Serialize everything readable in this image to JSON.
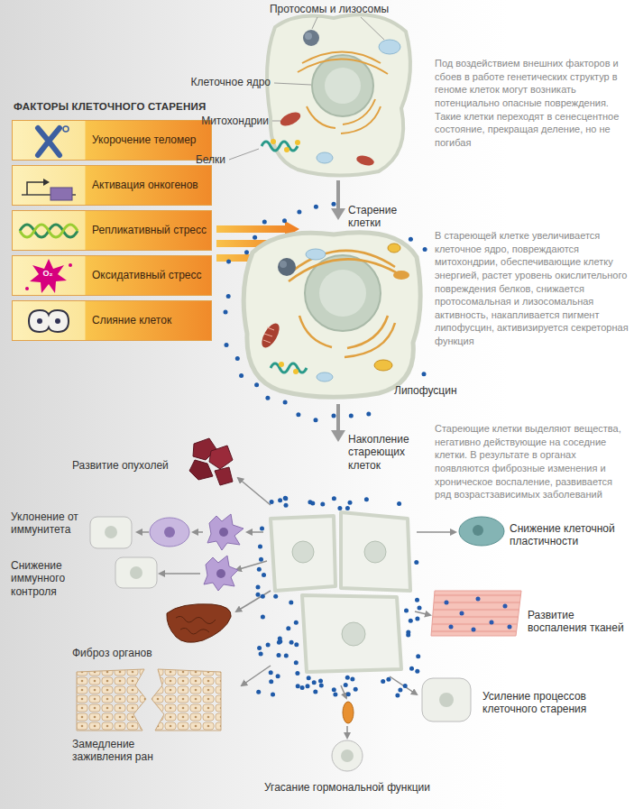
{
  "diagram": {
    "nodes": [
      {
        "text": [
          "ФАКТОРЫ КЛЕТОЧНОГО СТАРЕНИЯ"
        ]
      },
      {
        "text": [
          "Укорочение теломер"
        ],
        "in": 0
      },
      {
        "text": [
          "Активация онкогенов"
        ],
        "in": 0
      },
      {
        "text": [
          "Репликативный стресс"
        ],
        "in": 0
      },
      {
        "text": [
          "Оксидативный стресс"
        ],
        "in": 0
      },
      {
        "text": [
          "Слияние клеток"
        ],
        "in": 0
      }
    ],
    "labels": [
      "Протосомы и лизосомы",
      "Клеточное ядро",
      "Митохондрии",
      "Белки",
      "Под воздействием внешних факторов и сбоев в работе генетических структур в геноме клеток могут возникать потенциально опасные повреждения. Такие клетки переходят в сенесцентное состояние, прекращая деление, но не погибая",
      "Старение клетки",
      "В стареющей клетке увеличивается клеточное ядро, повреждаются митохондрии, обеспечивающие клетку энергией, растет уровень окислительного повреждения белков, снижается протосомальная и лизосомальная активность, накапливается пигмент липофусцин, активизируется секреторная функция",
      "Липофусцин",
      "Стареющие клетки выделяют вещества, негативно действующие на соседние клетки. В результате в органах появляются фиброзные изменения и хроническое воспаление, развивается ряд возрастзависимых заболеваний",
      "Накопление стареющих клеток",
      "Развитие опухолей",
      "Уклонение от иммунитета",
      "Снижение иммунного контроля",
      "Снижение клеточной пластичности",
      "Фиброз органов",
      "Развитие воспаления тканей",
      "Замедление заживления ран",
      "Усиление процессов клеточного старения",
      "Угасание гормональной функции",
      "O₂"
    ]
  }
}
